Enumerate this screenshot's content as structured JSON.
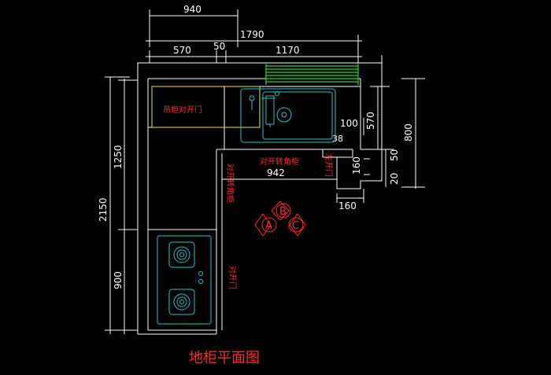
{
  "title": "地柜平面图",
  "dimensions": {
    "top": [
      "940",
      "1790",
      "570",
      "50",
      "1170"
    ],
    "left": [
      "1250",
      "2150",
      "900"
    ],
    "right": [
      "100",
      "570",
      "800",
      "38",
      "160",
      "50",
      "20",
      "160"
    ],
    "inner": "942"
  },
  "labels": {
    "wall_cabinet": "吊柜对开门",
    "corner_cabinet": "对开转角柜",
    "corner_vertical": "对开转角柜",
    "left_door": "左开门",
    "double_door": "对开门"
  },
  "markers": [
    "A",
    "B",
    "C"
  ],
  "colors": {
    "background": "#000000",
    "lines": "#ffffff",
    "wall_cabinet": "#e8e84a",
    "fixtures": "#27c4c4",
    "window": "#24d624",
    "annotation": "#ff2a2a"
  }
}
